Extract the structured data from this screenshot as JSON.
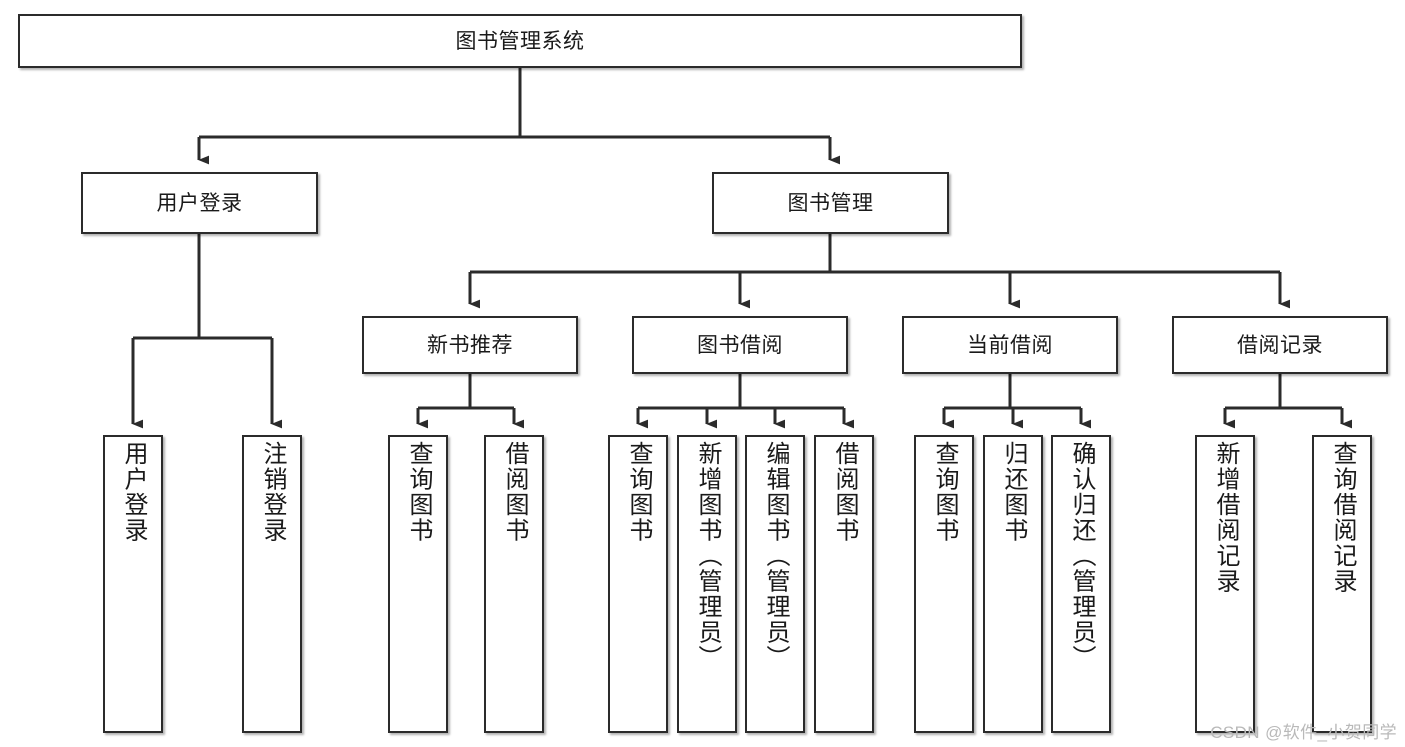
{
  "diagram": {
    "title": "图书管理系统",
    "type": "tree-hierarchy-chart",
    "watermark": "CSDN @软件_小贺同学",
    "stroke_color": "#2b2b2b",
    "fill_color": "#ffffff",
    "background_color": "#ffffff",
    "root": {
      "label": "图书管理系统"
    },
    "level2": [
      {
        "label": "用户登录"
      },
      {
        "label": "图书管理"
      }
    ],
    "level3": [
      {
        "label": "新书推荐"
      },
      {
        "label": "图书借阅"
      },
      {
        "label": "当前借阅"
      },
      {
        "label": "借阅记录"
      }
    ],
    "leaves": {
      "user_login": [
        {
          "label": "用户登录"
        },
        {
          "label": "注销登录"
        }
      ],
      "new_book_recommend": [
        {
          "label": "查询图书"
        },
        {
          "label": "借阅图书"
        }
      ],
      "book_borrow": [
        {
          "label": "查询图书"
        },
        {
          "label": "新增图书（管理员）"
        },
        {
          "label": "编辑图书（管理员）"
        },
        {
          "label": "借阅图书"
        }
      ],
      "current_borrow": [
        {
          "label": "查询图书"
        },
        {
          "label": "归还图书"
        },
        {
          "label": "确认归还（管理员）"
        }
      ],
      "borrow_record": [
        {
          "label": "新增借阅记录"
        },
        {
          "label": "查询借阅记录"
        }
      ]
    }
  }
}
